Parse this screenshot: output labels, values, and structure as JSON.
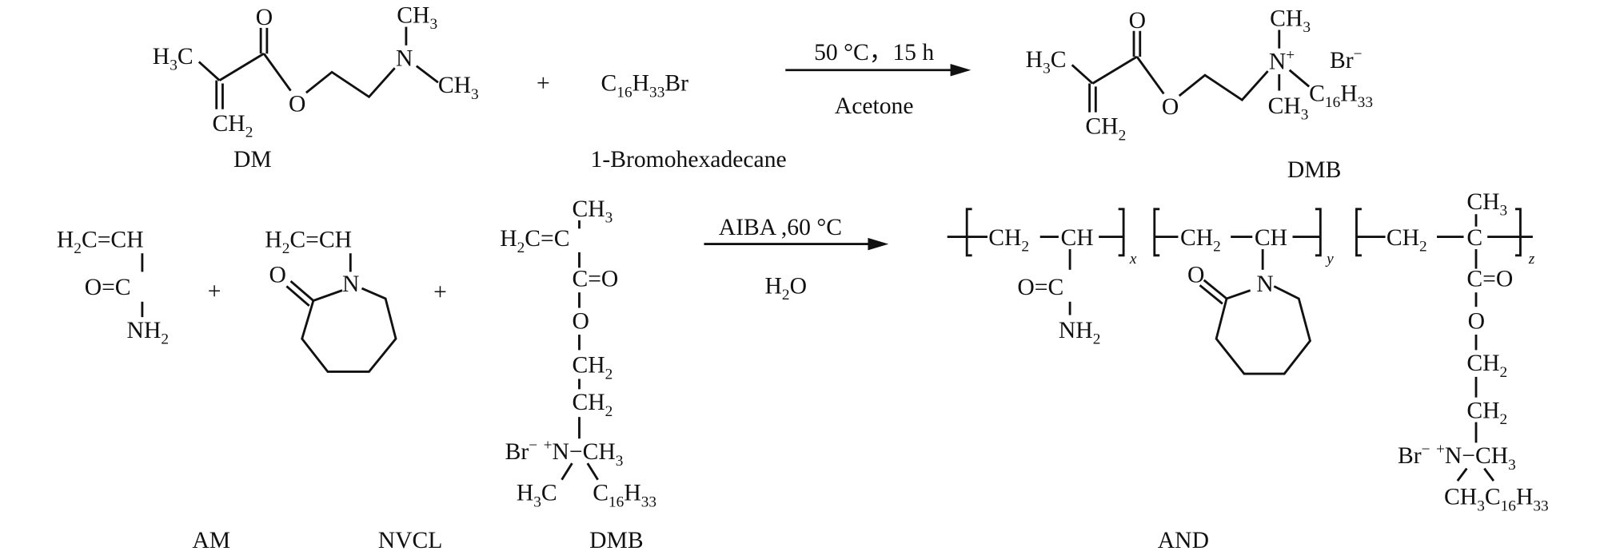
{
  "reaction1": {
    "dm": {
      "o_top": "O",
      "h3c": "H3C",
      "o_ester": "O",
      "ch3_top": "CH3",
      "n": "N",
      "ch3_right": "CH3",
      "ch2": "CH2",
      "label": "DM"
    },
    "plus": "+",
    "bromide": {
      "formula": "C16H33Br",
      "label": "1-Bromohexadecane"
    },
    "conditions": {
      "above": "50 °C，15 h",
      "below": "Acetone"
    },
    "dmb": {
      "o_top": "O",
      "h3c": "H3C",
      "o_ester": "O",
      "ch3_top": "CH3",
      "n": "N+",
      "br": "Br−",
      "ch3_bottom": "CH3",
      "c16h33": "C16H33",
      "ch2": "CH2",
      "label": "DMB"
    }
  },
  "reaction2": {
    "am": {
      "vinyl": "H2C=CH",
      "carbonyl": "O=C",
      "nh2": "NH2",
      "label": "AM"
    },
    "plus1": "+",
    "nvcl": {
      "vinyl": "H2C=CH",
      "o": "O",
      "n": "N",
      "label": "NVCL"
    },
    "plus2": "+",
    "dmb": {
      "ch3": "CH3",
      "vinyl": "H2C=C",
      "carbonyl": "C=O",
      "o": "O",
      "ch2a": "CH2",
      "ch2b": "CH2",
      "ammonium": "Br− +N−CH3",
      "h3c": "H3C",
      "c16h33": "C16H33",
      "label": "DMB"
    },
    "conditions": {
      "above": "AIBA ,60 °C",
      "below": "H2O"
    },
    "and": {
      "ch2_1": "CH2",
      "ch_1": "CH",
      "sub_x": "x",
      "carbonyl": "O=C",
      "nh2": "NH2",
      "ch2_2": "CH2",
      "ch_2": "CH",
      "sub_y": "y",
      "o": "O",
      "n": "N",
      "ch2_3": "CH2",
      "c_3": "C",
      "ch3_top": "CH3",
      "sub_z": "z",
      "carbonyl3": "C=O",
      "o3": "O",
      "ch2a": "CH2",
      "ch2b": "CH2",
      "ammonium": "Br− +N−CH3",
      "tail": "CH3C16H33",
      "label": "AND"
    }
  }
}
